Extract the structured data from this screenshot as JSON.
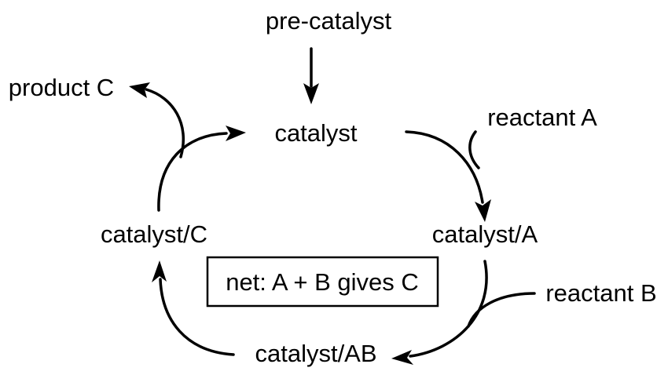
{
  "labels": {
    "pre_catalyst": "pre-catalyst",
    "catalyst": "catalyst",
    "reactant_a": "reactant A",
    "catalyst_a": "catalyst/A",
    "reactant_b": "reactant B",
    "catalyst_ab": "catalyst/AB",
    "catalyst_c": "catalyst/C",
    "product_c": "product C"
  },
  "summary_box": {
    "text": "net: A + B gives C"
  },
  "colors": {
    "ink": "#000000",
    "background": "#ffffff"
  }
}
